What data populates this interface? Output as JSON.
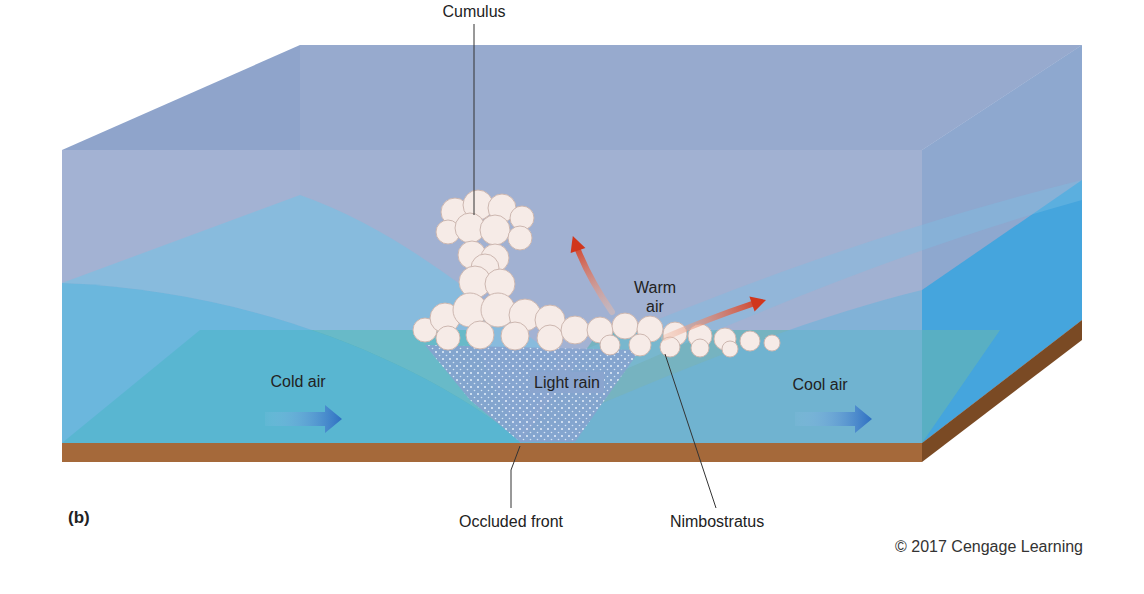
{
  "diagram": {
    "labels": [
      "Cumulus",
      "Warm air",
      "Light rain",
      "Cold air",
      "Cool air",
      "(b)",
      "Occluded front",
      "Nimbostratus",
      "© 2017 Cengage Learning"
    ]
  }
}
